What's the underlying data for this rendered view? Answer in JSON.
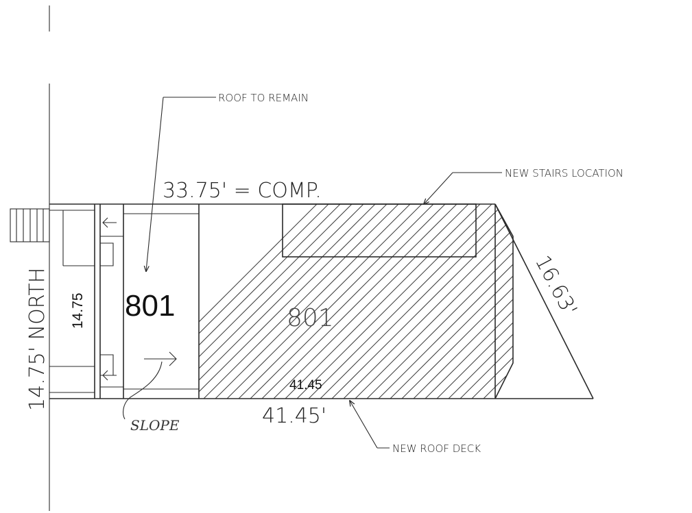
{
  "labels": {
    "roof_to_remain": "ROOF TO REMAIN",
    "new_stairs_location": "NEW STAIRS LOCATION",
    "new_roof_deck": "NEW ROOF DECK",
    "top_dimension": "33.75' = COMP.",
    "diagonal_dimension": "16.63'",
    "bottom_dimension": "41.45'",
    "deck_dimension": "41.45",
    "side_dimension": "14.75' NORTH",
    "inner_side_dimension": "14.75",
    "unit_number_large": "801",
    "unit_number_hatched": "801",
    "slope_note": "SLOPE"
  },
  "colors": {
    "ink": "#2a2a2a",
    "paper": "#ffffff"
  }
}
